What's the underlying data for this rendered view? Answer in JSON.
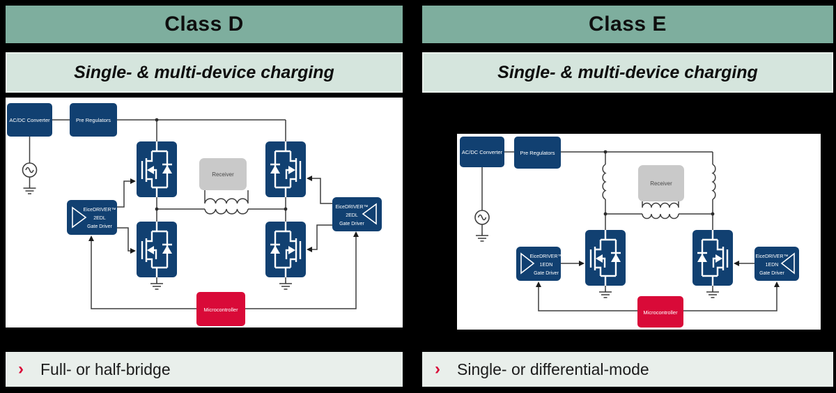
{
  "colors": {
    "header_teal": "#7EAE9E",
    "subheader_green": "#D5E5DD",
    "bullet_bar_bg": "#E9EFEB",
    "block_navy": "#114071",
    "accent_red": "#D90A38",
    "receiver_gray": "#C9C9C9",
    "wire_gray": "#3D3D3D",
    "page_black": "#000000",
    "diagram_white": "#FFFFFF"
  },
  "panels": {
    "class_d": {
      "title": "Class D",
      "subtitle": "Single- & multi-device charging",
      "bullet_marker": "›",
      "bullet": "Full- or half-bridge",
      "components": {
        "acdc": "AC/DC Converter",
        "prereg": "Pre Regulators",
        "driver_line1": "EiceDRIVER™",
        "driver_line2": "2EDL",
        "driver_line3": "Gate Driver",
        "receiver": "Receiver",
        "mcu": "Microcontroller"
      }
    },
    "class_e": {
      "title": "Class E",
      "subtitle": "Single- & multi-device charging",
      "bullet_marker": "›",
      "bullet": "Single- or differential-mode",
      "components": {
        "acdc": "AC/DC Converter",
        "prereg": "Pre Regulators",
        "driver_line1": "EiceDRIVER™",
        "driver_line2": "1EDN",
        "driver_line3": "Gate Driver",
        "receiver": "Receiver",
        "mcu": "Microcontroller"
      }
    }
  }
}
